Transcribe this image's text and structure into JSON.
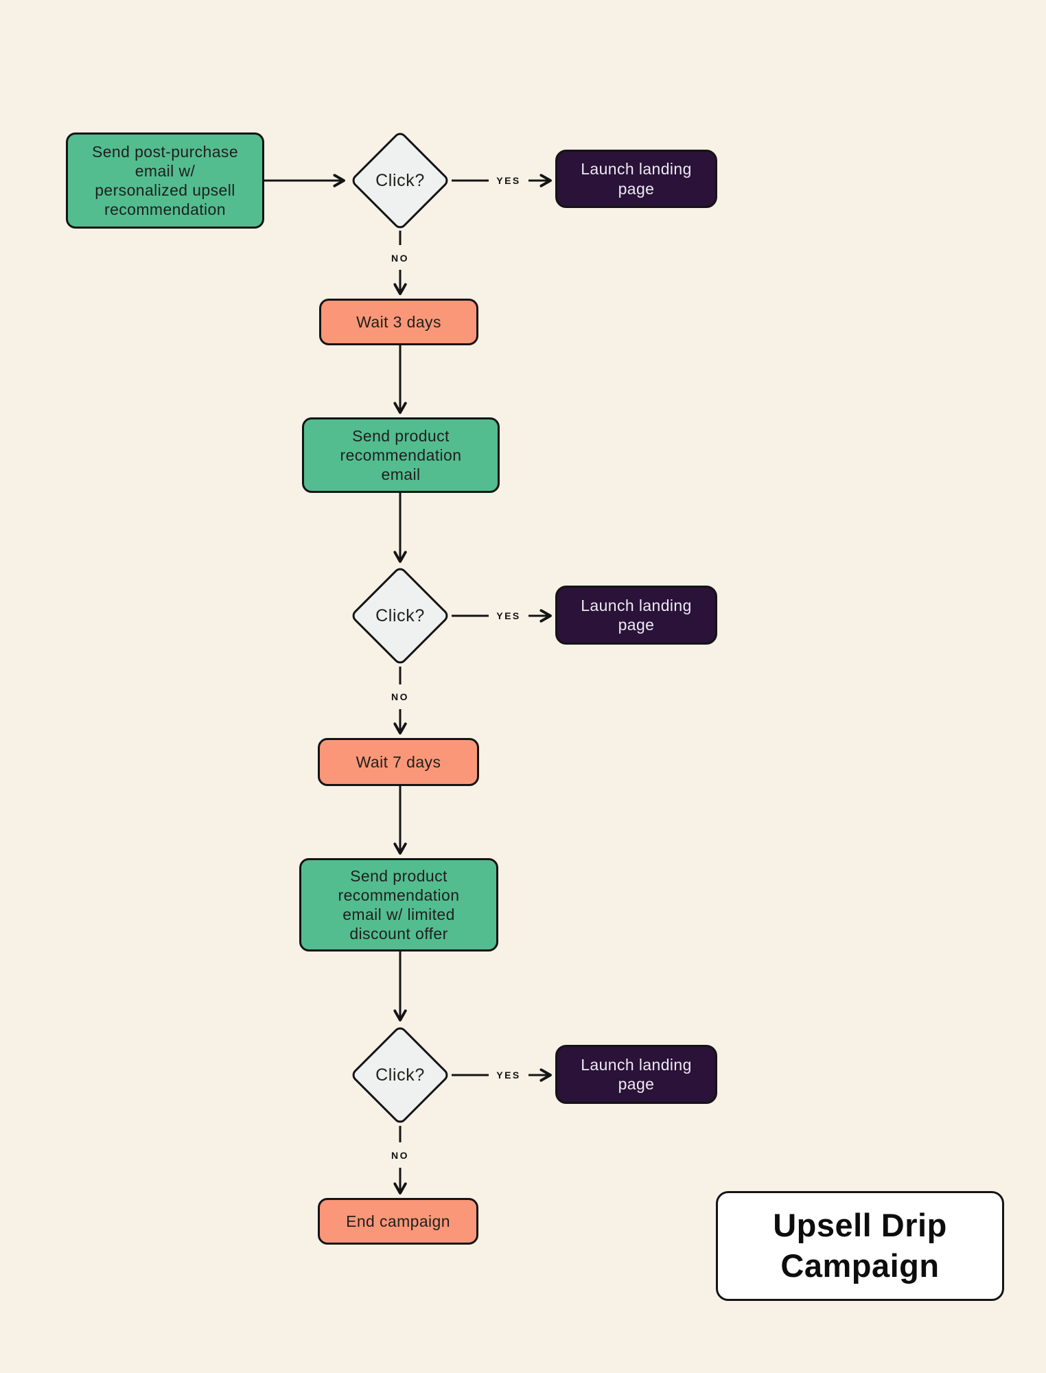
{
  "title_card": {
    "label": "Upsell Drip\nCampaign"
  },
  "labels": {
    "yes": "YES",
    "no": "NO"
  },
  "nodes": {
    "start": {
      "type": "process",
      "label": "Send post-purchase\nemail w/\npersonalized upsell\nrecommendation"
    },
    "decision1": {
      "type": "decision",
      "label": "Click?"
    },
    "landing1": {
      "type": "terminal",
      "label": "Launch landing\npage"
    },
    "wait3": {
      "type": "delay",
      "label": "Wait 3 days"
    },
    "email2": {
      "type": "process",
      "label": "Send product\nrecommendation\nemail"
    },
    "decision2": {
      "type": "decision",
      "label": "Click?"
    },
    "landing2": {
      "type": "terminal",
      "label": "Launch landing\npage"
    },
    "wait7": {
      "type": "delay",
      "label": "Wait 7 days"
    },
    "email3": {
      "type": "process",
      "label": "Send product\nrecommendation\nemail w/ limited\ndiscount offer"
    },
    "decision3": {
      "type": "decision",
      "label": "Click?"
    },
    "landing3": {
      "type": "terminal",
      "label": "Launch landing\npage"
    },
    "end": {
      "type": "delay",
      "label": "End campaign"
    }
  },
  "colors": {
    "background": "#F7F1E6",
    "node_green": "#53BD90",
    "node_salmon": "#FA9778",
    "node_dark": "#2A1238",
    "node_decision": "#EEF1EF",
    "stroke": "#141414",
    "text_dark": "#20201E",
    "text_light": "#EFEAF4",
    "title_bg": "#FFFFFF"
  }
}
